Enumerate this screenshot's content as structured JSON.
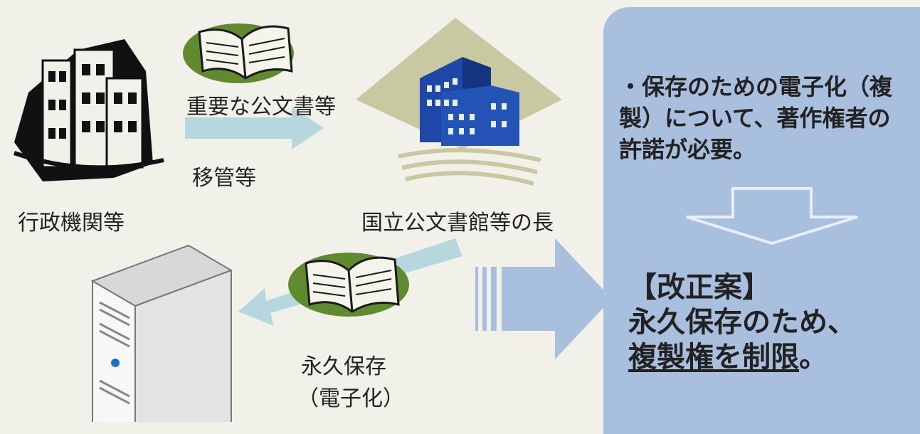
{
  "labels": {
    "transfer_top": "重要な公文書等",
    "transfer_bottom": "移管等",
    "agency": "行政機関等",
    "archives_head": "国立公文書館等の長",
    "preserve_line1": "永久保存",
    "preserve_line2": "（電子化）"
  },
  "panel": {
    "issue_lines": [
      "・保存のための電子化（複",
      "製）について、著作権者の",
      "許諾が必要。"
    ],
    "proposal_title": "【改正案】",
    "proposal_line2": "永久保存のため、",
    "proposal_line3_underlined": "複製権を制限",
    "proposal_line3_suffix": "。"
  },
  "colors": {
    "panel_bg": "#a9bfde",
    "arrow_light": "#b7d7de",
    "arrow_blue": "#a9bfde",
    "book_green": "#5f8a2e",
    "building_blue": "#1f47a8",
    "diamond_tan": "#c8c9a0"
  }
}
